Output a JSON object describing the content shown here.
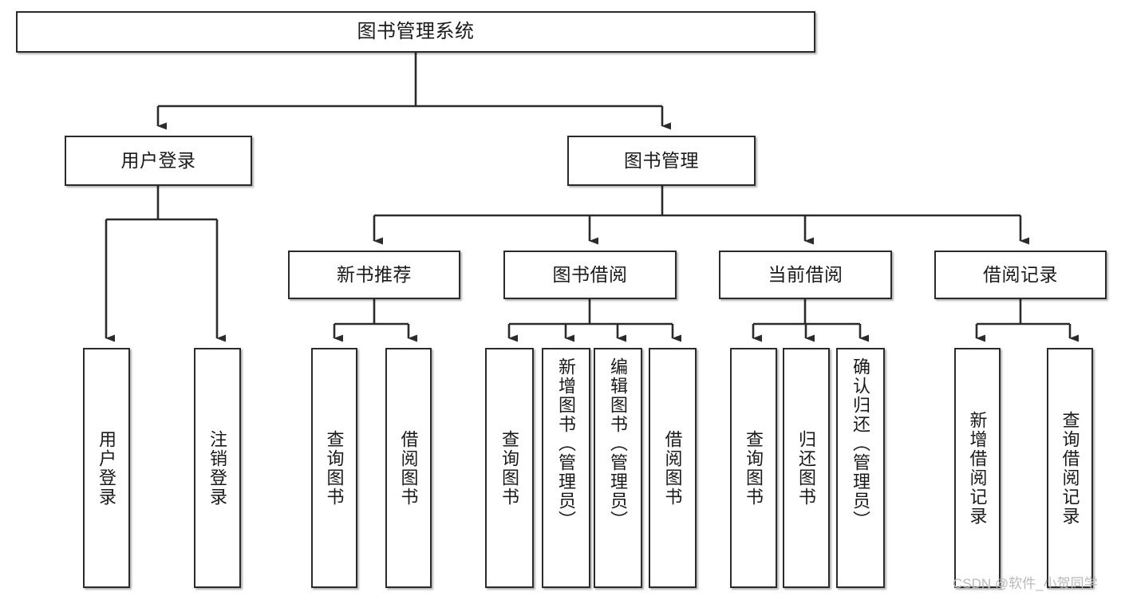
{
  "diagram": {
    "title": "图书管理系统",
    "type": "tree",
    "orientation": "top-down",
    "colors": {
      "box_border": "#2b2b2b",
      "box_fill": "#ffffff",
      "connector": "#2b2b2b",
      "canvas": "#ffffff",
      "watermark": "#b9b9b9"
    },
    "root": {
      "id": "root",
      "label": "图书管理系统",
      "orientation": "horizontal"
    },
    "level2": [
      {
        "id": "user-login",
        "label": "用户登录",
        "orientation": "horizontal"
      },
      {
        "id": "book-manage",
        "label": "图书管理",
        "orientation": "horizontal"
      }
    ],
    "level3": [
      {
        "id": "new-book-recommend",
        "label": "新书推荐",
        "orientation": "horizontal",
        "parent": "book-manage"
      },
      {
        "id": "book-borrow",
        "label": "图书借阅",
        "orientation": "horizontal",
        "parent": "book-manage"
      },
      {
        "id": "current-borrow",
        "label": "当前借阅",
        "orientation": "horizontal",
        "parent": "book-manage"
      },
      {
        "id": "borrow-record",
        "label": "借阅记录",
        "orientation": "horizontal",
        "parent": "book-manage"
      }
    ],
    "leaves": [
      {
        "id": "leaf-user-login",
        "label": "用户登录",
        "parent": "user-login"
      },
      {
        "id": "leaf-logout-login",
        "label": "注销登录",
        "parent": "user-login"
      },
      {
        "id": "leaf-query-book-1",
        "label": "查询图书",
        "parent": "new-book-recommend"
      },
      {
        "id": "leaf-borrow-book-1",
        "label": "借阅图书",
        "parent": "new-book-recommend"
      },
      {
        "id": "leaf-query-book-2",
        "label": "查询图书",
        "parent": "book-borrow"
      },
      {
        "id": "leaf-add-book",
        "label": "新增图书（管理员）",
        "parent": "book-borrow"
      },
      {
        "id": "leaf-edit-book",
        "label": "编辑图书（管理员）",
        "parent": "book-borrow"
      },
      {
        "id": "leaf-borrow-book-2",
        "label": "借阅图书",
        "parent": "book-borrow"
      },
      {
        "id": "leaf-query-book-3",
        "label": "查询图书",
        "parent": "current-borrow"
      },
      {
        "id": "leaf-return-book",
        "label": "归还图书",
        "parent": "current-borrow"
      },
      {
        "id": "leaf-confirm-return",
        "label": "确认归还（管理员）",
        "parent": "current-borrow"
      },
      {
        "id": "leaf-add-record",
        "label": "新增借阅记录",
        "parent": "borrow-record"
      },
      {
        "id": "leaf-query-record",
        "label": "查询借阅记录",
        "parent": "borrow-record"
      }
    ],
    "watermark": "CSDN @软件_小贺同学"
  }
}
